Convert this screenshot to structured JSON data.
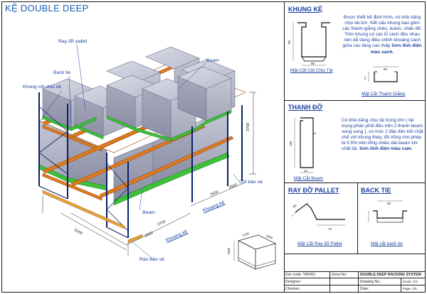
{
  "title": "KỆ DOUBLE DEEP",
  "callouts": {
    "ray_do_pallet": "Ray đỡ pallet",
    "back_tie": "Back tie",
    "khung_cot": "Khung cột chịu tải",
    "beam_top": "Beam",
    "beam_bottom": "Beam",
    "cot_bao_ve": "Cột bảo vệ",
    "rao_bao_ve": "Rào bảo vệ",
    "khoang_ke_1": "Khoang kệ",
    "khoang_ke_2": "Khoang kệ"
  },
  "dimensions": {
    "height": "3700",
    "d1": "2500",
    "d2": "2500",
    "d3": "3700",
    "d4": "2860",
    "d5": "5200"
  },
  "sections": {
    "khung_ke": {
      "header": "KHUNG KỆ",
      "description": "Được thiết kế định hình, có khả năng chịu tải lớn. Kết cấu khung bao gồm các thanh giằng chéo, bulon, chân đế. Trên khung có các lỗ cách đều nhau nên dễ dàng điều chỉnh khoảng cách giữa các tầng cao thấp",
      "color_note": "Sơn tĩnh điện màu xanh.",
      "caption_1": "Mặt Cắt Cột Chịu Tải",
      "caption_2": "Mặt Cắt Thanh Giằng",
      "dim_a": "90",
      "dim_b": "80",
      "dim_c": "50",
      "dim_d": "24"
    },
    "thanh_do": {
      "header": "THANH ĐỠ",
      "description": "Có khả năng chịu tải trọng lớn ( tải trọng phân phối đều trên 2 thanh beam song song ), có móc 2 đầu liên kết chặt chẽ với khung thép, độ võng cho phép là 0.5% trên tổng chiều dài beam khi chất tải.",
      "color_note": "Sơn tĩnh điện màu cam.",
      "caption": "Mặt Cắt Beam",
      "dim_a": "160",
      "dim_b": "43"
    },
    "ray_do_pallet": {
      "header": "RAY ĐỠ PALLET",
      "caption": "Mặt Cắt Ray đỡ Pallet",
      "dim_a": "70",
      "dim_b": "50"
    },
    "back_tie": {
      "header": "BACK TIE",
      "caption": "Mặt cắt back tie",
      "dim_a": "50"
    }
  },
  "pallet_dims": {
    "w": "1000",
    "d": "1100",
    "h": "1500"
  },
  "title_block": {
    "doc_code_label": "Doc code:",
    "doc_code_value": "VIK/KD",
    "zone_label": "Zone No:",
    "system": "DOUBLE DEEP RACKING SYSTEM",
    "drawing_label": "Drawing No.:",
    "designer_label": "Designer:",
    "scale_label": "Scale: 1/X",
    "page_label": "Page: 1/5",
    "date_label": "Date:",
    "checker_label": "Checker:"
  }
}
